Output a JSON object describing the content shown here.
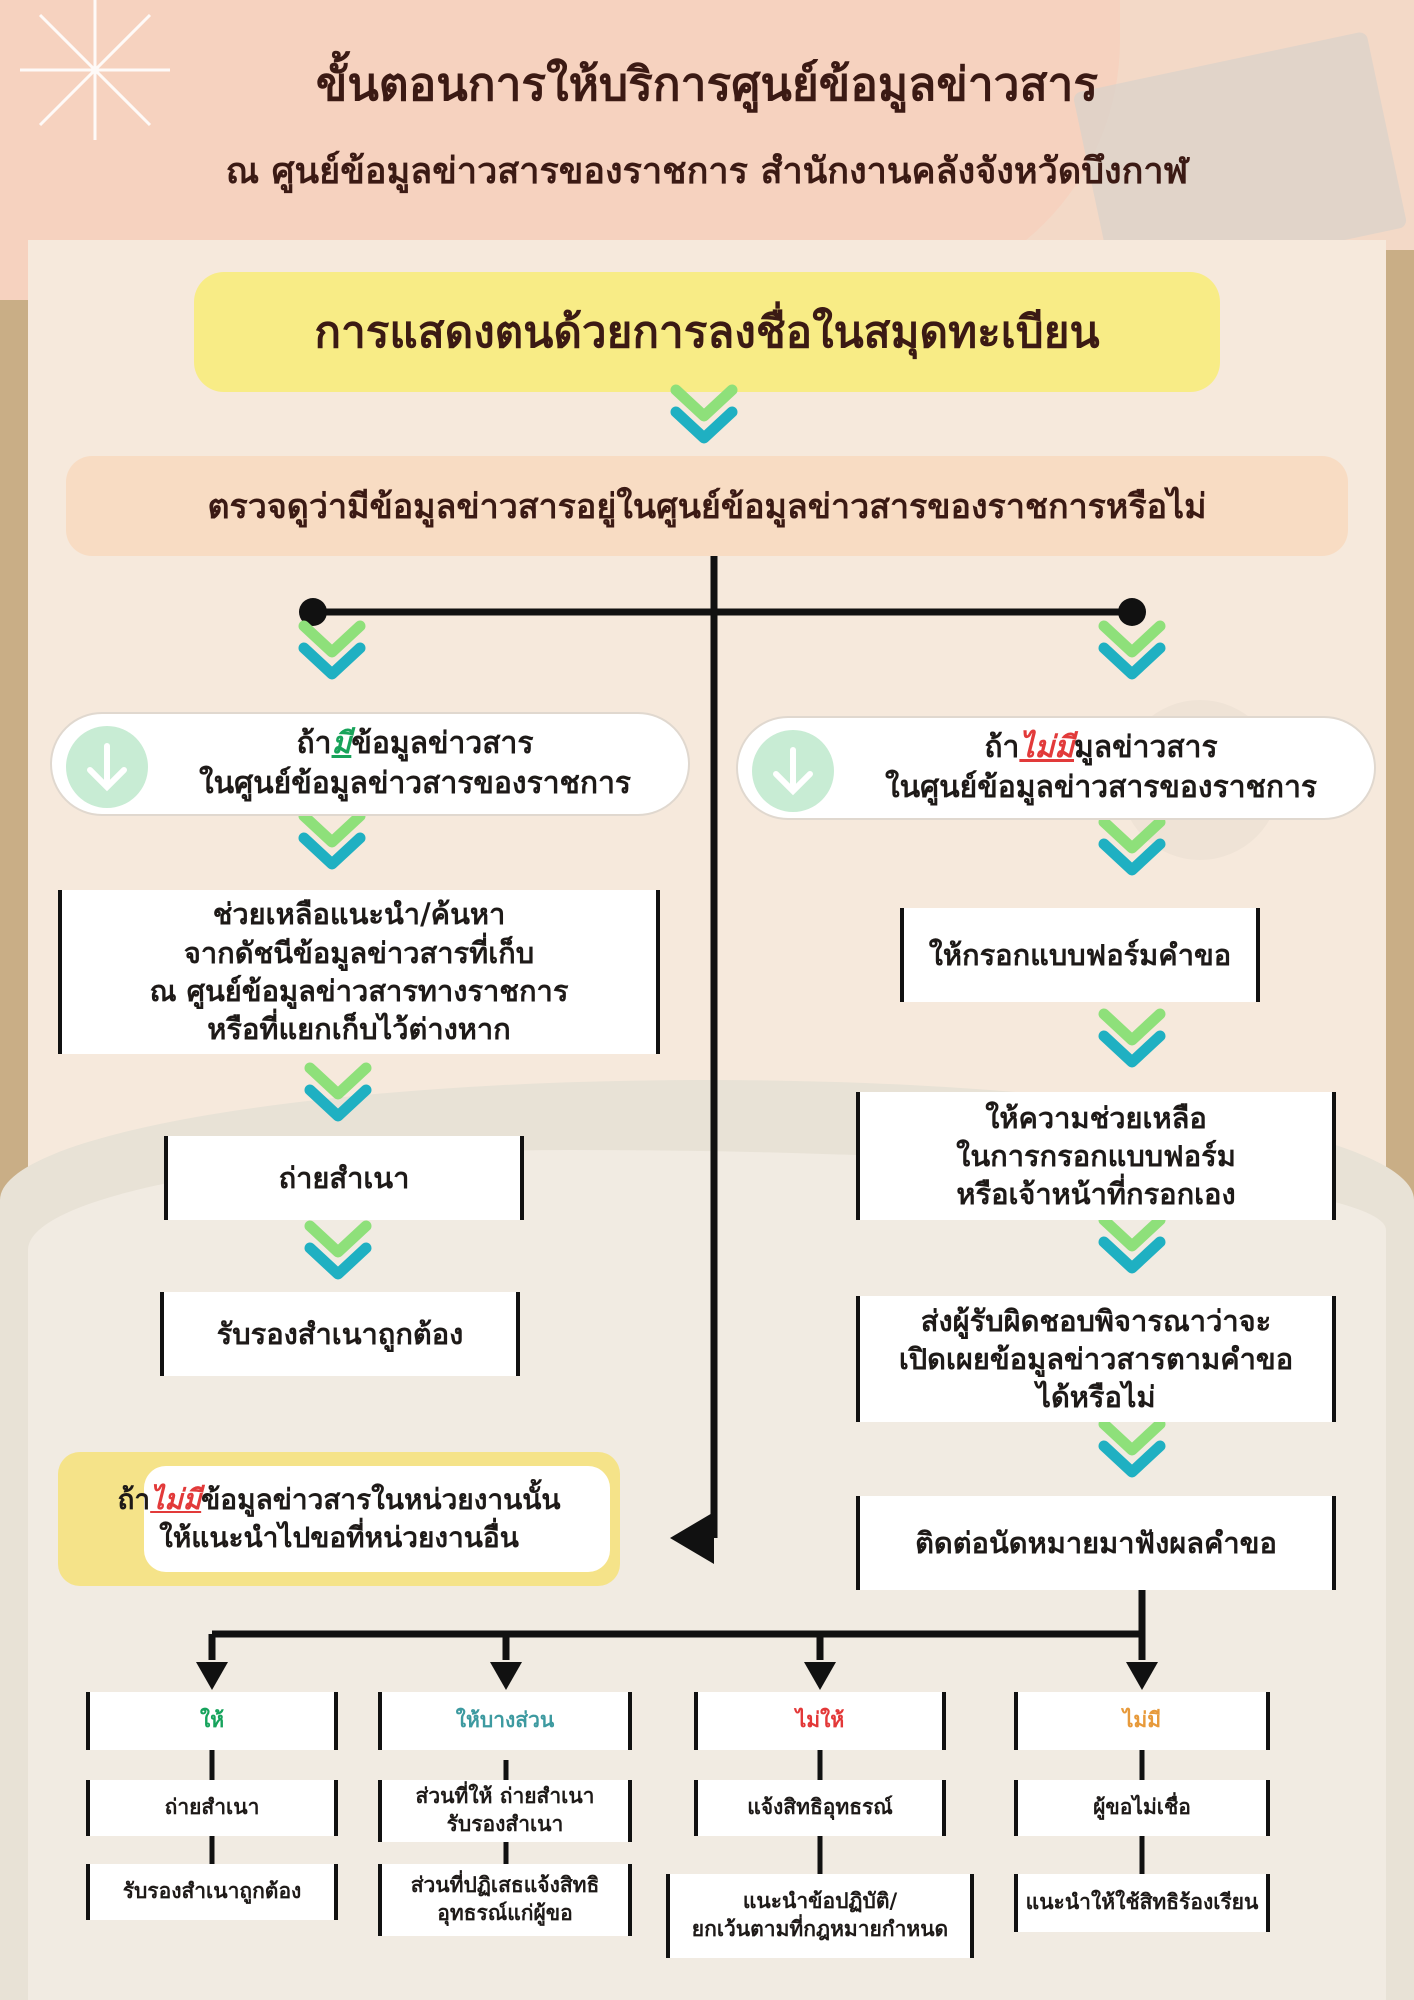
{
  "header": {
    "title": "ขั้นตอนการให้บริการศูนย์ข้อมูลข่าวสาร",
    "subtitle": "ณ ศูนย์ข้อมูลข่าวสารของราชการ สำนักงานคลังจังหวัดบึงกาฬ"
  },
  "step1": "การแสดงตนด้วยการลงชื่อในสมุดทะเบียน",
  "step2": "ตรวจดูว่ามีข้อมูลข่าวสารอยู่ในศูนย์ข้อมูลข่าวสารของราชการหรือไม่",
  "left_branch": {
    "cond_prefix": "ถ้า",
    "cond_keyword": "มี",
    "cond_suffix": "ข้อมูลข่าวสาร",
    "cond_line2": "ในศูนย์ข้อมูลข่าวสารของราชการ",
    "assist": [
      "ช่วยเหลือแนะนำ/ค้นหา",
      "จากดัชนีข้อมูลข่าวสารที่เก็บ",
      "ณ ศูนย์ข้อมูลข่าวสารทางราชการ",
      "หรือที่แยกเก็บไว้ต่างหาก"
    ],
    "copy": "ถ่ายสำเนา",
    "certify": "รับรองสำเนาถูกต้อง"
  },
  "right_branch": {
    "cond_prefix": "ถ้า",
    "cond_keyword": "ไม่มี",
    "cond_suffix": "มูลข่าวสาร",
    "cond_line2": "ในศูนย์ข้อมูลข่าวสารของราชการ",
    "form": "ให้กรอกแบบฟอร์มคำขอ",
    "help": [
      "ให้ความช่วยเหลือ",
      "ในการกรอกแบบฟอร์ม",
      "หรือเจ้าหน้าที่กรอกเอง"
    ],
    "consider": [
      "ส่งผู้รับผิดชอบพิจารณาว่าจะ",
      "เปิดเผยข้อมูลข่าวสารตามคำขอ",
      "ได้หรือไม่"
    ],
    "appointment": "ติดต่อนัดหมายมาฟังผลคำขอ"
  },
  "note": {
    "prefix": "ถ้า",
    "keyword": "ไม่มี",
    "suffix": "ข้อมูลข่าวสารในหน่วยงานนั้น",
    "line2": "ให้แนะนำไปขอที่หน่วยงานอื่น"
  },
  "outcomes": [
    {
      "header": "ให้",
      "item1": "ถ่ายสำเนา",
      "item2": "รับรองสำเนาถูกต้อง"
    },
    {
      "header": "ให้บางส่วน",
      "item1": [
        "ส่วนที่ให้ ถ่ายสำเนา",
        "รับรองสำเนา"
      ],
      "item2": [
        "ส่วนที่ปฏิเสธแจ้งสิทธิ",
        "อุทธรณ์แก่ผู้ขอ"
      ]
    },
    {
      "header": "ไม่ให้",
      "item1": "แจ้งสิทธิอุทธรณ์",
      "item2": [
        "แนะนำข้อปฏิบัติ/",
        "ยกเว้นตามที่กฎหมายกำหนด"
      ]
    },
    {
      "header": "ไม่มี",
      "item1": "ผู้ขอไม่เชื่อ",
      "item2": "แนะนำให้ใช้สิทธิร้องเรียน"
    }
  ],
  "colors": {
    "title": "#3b1a14",
    "chevron_top": "#8ee07a",
    "chevron_bottom": "#1fb0c2",
    "give": "#16a35c",
    "partial": "#3d9aa0",
    "deny": "#e33838",
    "none": "#e79a3b"
  }
}
